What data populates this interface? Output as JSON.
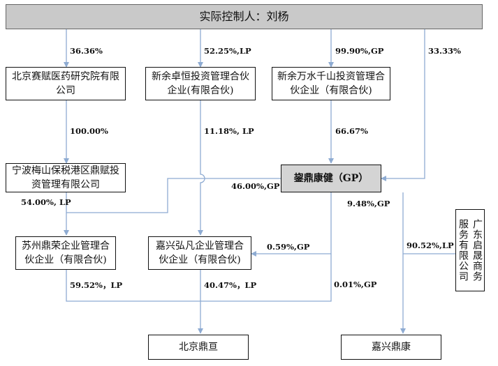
{
  "nodes": {
    "controller": "实际控制人：刘杨",
    "saifu": "北京赛赋医药研究院有限公司",
    "zhuoheng": "新余卓恒投资管理合伙企业(有限合伙)",
    "wanshui": "新余万水千山投资管理合伙企业（有限合伙)",
    "dingfu": "宁波梅山保税港区鼎赋投资管理有限公司",
    "dingkangjian": "鋆鼎康健（GP）",
    "dingrong": "苏州鼎荣企业管理合伙企业（有限合伙)",
    "hongfan": "嘉兴弘凡企业管理合伙企业（有限合伙)",
    "qisheng": "广东启晟商务服务有限公司",
    "dingheng": "北京鼎亘",
    "dingkang": "嘉兴鼎康"
  },
  "edges": {
    "e1": "36.36%",
    "e2": "52.25%,LP",
    "e3": "99.90%,GP",
    "e4": "33.33%",
    "e5": "100.00%",
    "e6": "11.18%, LP",
    "e7": "66.67%",
    "e8": "46.00%,GP",
    "e9": "54.00%, LP",
    "e10": "9.48%,GP",
    "e11": "0.59%,GP",
    "e12": "90.52%,LP",
    "e13": "59.52%，LP",
    "e14": "40.47%，LP",
    "e15": "0.01%,GP"
  },
  "colors": {
    "line": "#8eabd2",
    "box_border": "#111111",
    "gp_fill": "#d4d4d4"
  }
}
